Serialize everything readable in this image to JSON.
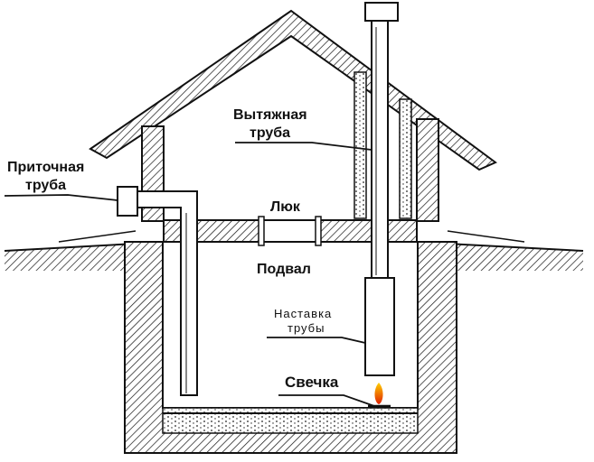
{
  "labels": {
    "supply_pipe": [
      "Приточная",
      "труба"
    ],
    "exhaust_pipe": [
      "Вытяжная",
      "труба"
    ],
    "hatch": "Люк",
    "basement": "Подвал",
    "pipe_extension": [
      "Наставка",
      "трубы"
    ],
    "candle": "Свечка"
  },
  "colors": {
    "line": "#111111",
    "flame_outer": "#f5a000",
    "flame_inner": "#e02000"
  }
}
